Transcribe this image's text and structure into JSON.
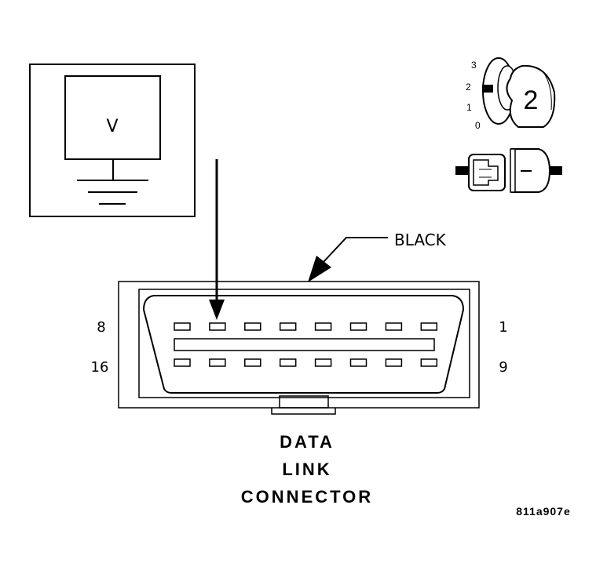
{
  "voltmeter": {
    "symbol": "V"
  },
  "ignition_switch": {
    "positions": [
      "3",
      "2",
      "1",
      "0"
    ],
    "selected": "2"
  },
  "wire_color_label": "BLACK",
  "connector": {
    "pin_top_left": "8",
    "pin_top_right": "1",
    "pin_bottom_left": "16",
    "pin_bottom_right": "9",
    "pins_per_row": 8,
    "title_lines": [
      "DATA",
      "LINK",
      "CONNECTOR"
    ]
  },
  "figure_id": "811a907e",
  "colors": {
    "ink": "#000000",
    "paper": "#ffffff"
  }
}
